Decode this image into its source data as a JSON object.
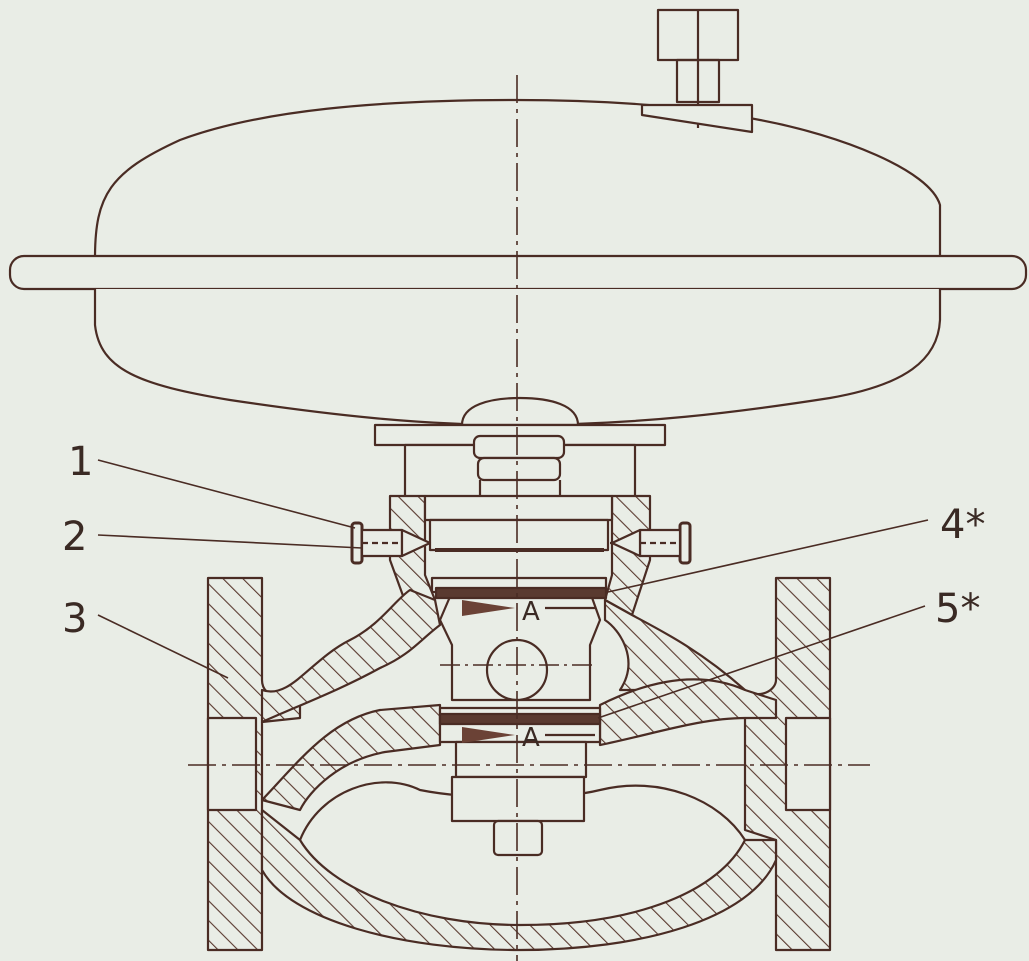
{
  "figure": {
    "colors": {
      "paper": "#e9ede6",
      "ink": "#4a2c24",
      "hatch": "#5a3a30",
      "arrow": "#6b4236"
    },
    "callouts": {
      "c1": "1",
      "c2": "2",
      "c3": "3",
      "c4": "4*",
      "c5": "5*"
    },
    "section_marks": {
      "upper": "A",
      "lower": "A"
    }
  }
}
